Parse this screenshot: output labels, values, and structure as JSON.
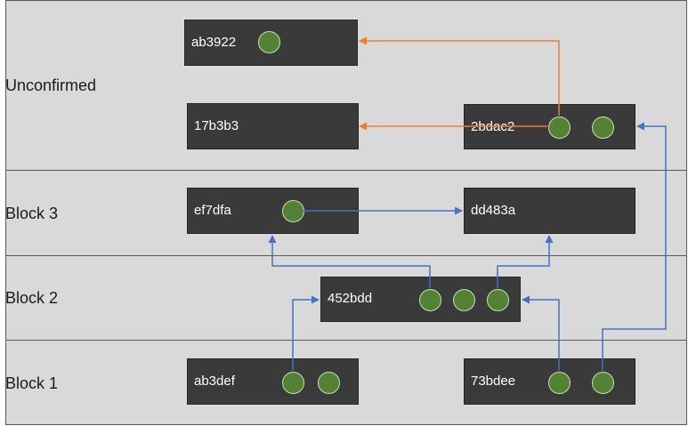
{
  "rows": {
    "unconfirmed": "Unconfirmed",
    "block3": "Block 3",
    "block2": "Block 2",
    "block1": "Block 1"
  },
  "transactions": {
    "ab3922": "ab3922",
    "t17b3b3": "17b3b3",
    "t2bdac2": "2bdac2",
    "ef7dfa": "ef7dfa",
    "dd483a": "dd483a",
    "t452bdd": "452bdd",
    "ab3def": "ab3def",
    "t73bdee": "73bdee"
  },
  "colors": {
    "band": "#d9d9d9",
    "transaction": "#3a3a3a",
    "output": "#548235",
    "confirmed_link": "#4472c4",
    "unconfirmed_link": "#ed7d31"
  }
}
